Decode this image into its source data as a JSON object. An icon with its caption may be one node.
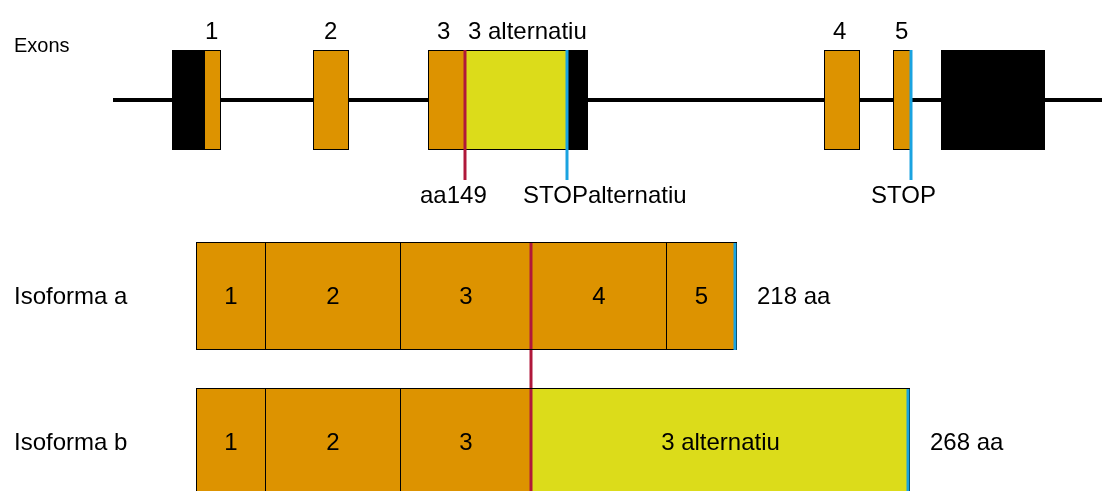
{
  "diagram": {
    "nodes": [
      {
        "text": [],
        "shape": "box"
      },
      {
        "text": [
          "1"
        ]
      },
      {
        "text": [
          "2"
        ]
      },
      {
        "text": [
          "3"
        ]
      },
      {
        "text": [
          "3 alternatiu"
        ]
      },
      {
        "text": [],
        "shape": "box"
      },
      {
        "text": [
          "4"
        ]
      },
      {
        "text": [
          "5"
        ]
      },
      {
        "text": [],
        "shape": "box"
      },
      {
        "text": [
          "Isoforma a"
        ],
        "beside": [
          "218 aa"
        ]
      },
      {
        "text": [
          "1"
        ],
        "in": 9
      },
      {
        "text": [
          "2"
        ],
        "in": 9
      },
      {
        "text": [
          "3"
        ],
        "in": 9
      },
      {
        "text": [
          "4"
        ],
        "in": 9
      },
      {
        "text": [
          "5"
        ],
        "in": 9
      },
      {
        "text": [
          "Isoforma b"
        ],
        "beside": [
          "268 aa"
        ]
      },
      {
        "text": [
          "1"
        ],
        "in": 15
      },
      {
        "text": [
          "2"
        ],
        "in": 15
      },
      {
        "text": [
          "3"
        ],
        "in": 15
      },
      {
        "text": [
          "3 alternatiu"
        ],
        "in": 15
      },
      {
        "text": [
          "aa149"
        ]
      },
      {
        "text": [
          "STOPalternatiu"
        ]
      },
      {
        "text": [
          "STOP"
        ]
      }
    ],
    "edges": [
      {
        "from": 20,
        "to": 3,
        "arrow": "none",
        "color": "#b0183a"
      },
      {
        "from": 21,
        "to": 5,
        "arrow": "none",
        "color": "#1aa3e0"
      },
      {
        "from": 22,
        "to": 7,
        "arrow": "none",
        "color": "#1aa3e0"
      },
      {
        "from": 12,
        "to": 18,
        "arrow": "none",
        "color": "#b0183a"
      }
    ],
    "labels": [
      "Exons"
    ]
  }
}
